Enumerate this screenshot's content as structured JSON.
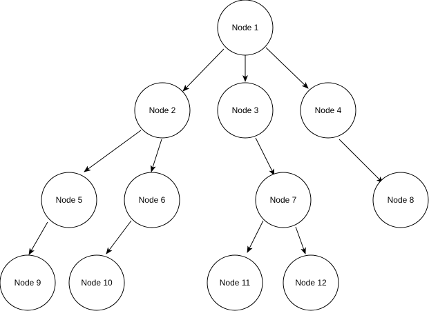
{
  "diagram": {
    "type": "tree",
    "nodes": [
      {
        "id": "n1",
        "label": "Node 1"
      },
      {
        "id": "n2",
        "label": "Node 2"
      },
      {
        "id": "n3",
        "label": "Node 3"
      },
      {
        "id": "n4",
        "label": "Node 4"
      },
      {
        "id": "n5",
        "label": "Node 5"
      },
      {
        "id": "n6",
        "label": "Node 6"
      },
      {
        "id": "n7",
        "label": "Node 7"
      },
      {
        "id": "n8",
        "label": "Node 8"
      },
      {
        "id": "n9",
        "label": "Node 9"
      },
      {
        "id": "n10",
        "label": "Node 10"
      },
      {
        "id": "n11",
        "label": "Node 11"
      },
      {
        "id": "n12",
        "label": "Node 12"
      }
    ],
    "edges": [
      {
        "from": "n1",
        "to": "n2"
      },
      {
        "from": "n1",
        "to": "n3"
      },
      {
        "from": "n1",
        "to": "n4"
      },
      {
        "from": "n2",
        "to": "n5"
      },
      {
        "from": "n2",
        "to": "n6"
      },
      {
        "from": "n3",
        "to": "n7"
      },
      {
        "from": "n4",
        "to": "n8"
      },
      {
        "from": "n5",
        "to": "n9"
      },
      {
        "from": "n6",
        "to": "n10"
      },
      {
        "from": "n7",
        "to": "n11"
      },
      {
        "from": "n7",
        "to": "n12"
      }
    ],
    "colors": {
      "stroke": "#000000",
      "fill": "#ffffff",
      "text": "#000000"
    }
  }
}
